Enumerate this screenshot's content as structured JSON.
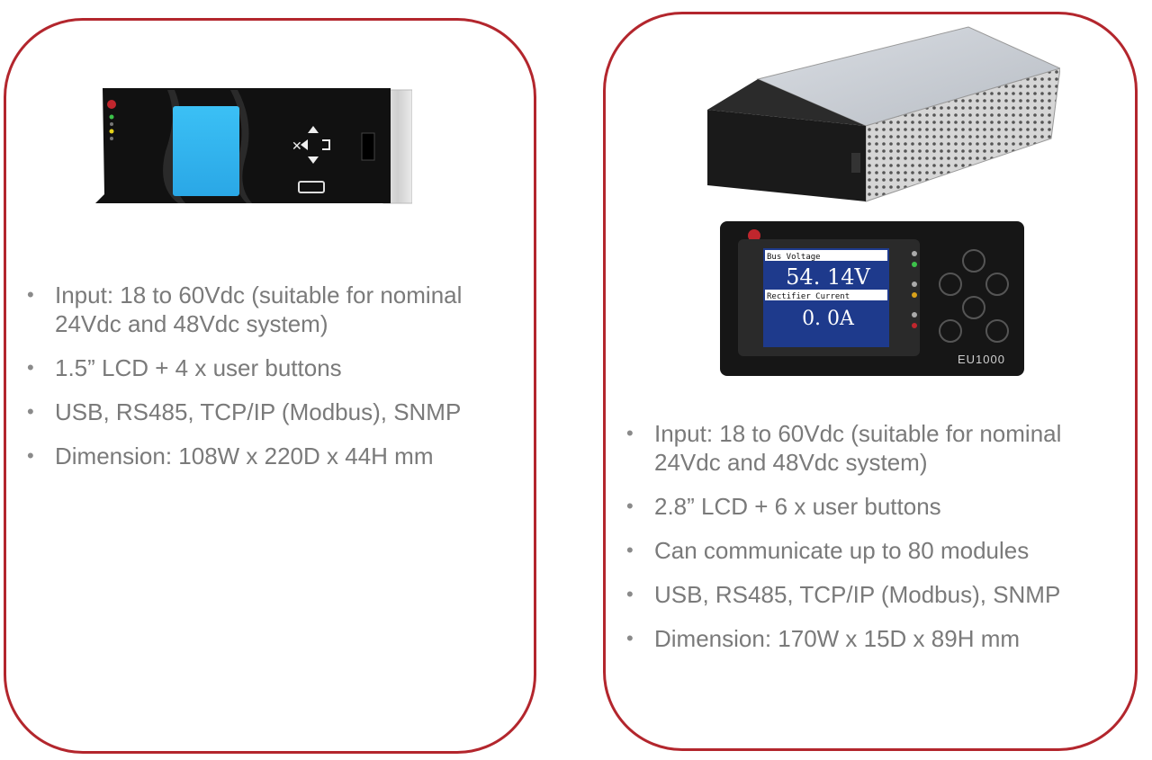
{
  "left_card": {
    "specs": [
      "Input: 18 to 60Vdc (suitable for nominal 24Vdc and 48Vdc system)",
      "1.5” LCD + 4 x user buttons",
      "USB, RS485, TCP/IP (Modbus), SNMP",
      "Dimension: 108W x 220D x 44H mm"
    ]
  },
  "right_card": {
    "display": {
      "label_1": "Bus Voltage",
      "value_1": "54. 14V",
      "label_2": "Rectifier Current",
      "value_2": "0. 0A"
    },
    "model_label": "EU1000",
    "specs": [
      "Input: 18 to 60Vdc (suitable for nominal 24Vdc and 48Vdc system)",
      "2.8” LCD + 6 x user buttons",
      "Can communicate up to 80 modules",
      "USB, RS485, TCP/IP (Modbus), SNMP",
      "Dimension: 170W x 15D x 89H mm"
    ]
  },
  "colors": {
    "card_border": "#b3262d",
    "text": "#7a7a7a",
    "lcd_left": "#35b8f0",
    "lcd_right": "#1e3a8c"
  }
}
